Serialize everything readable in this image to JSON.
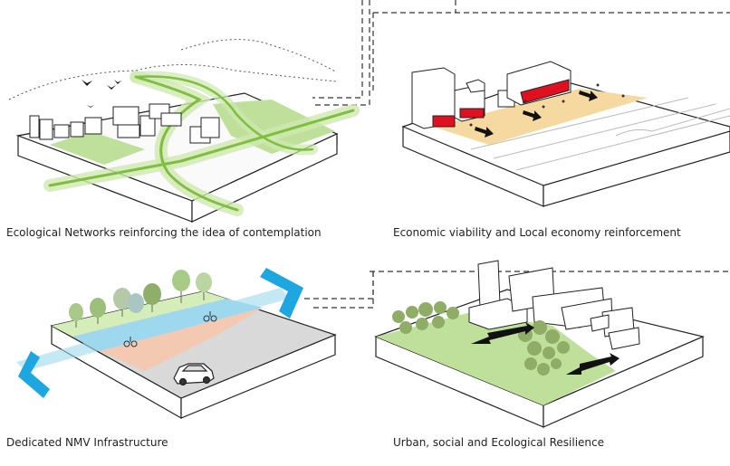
{
  "panels": [
    {
      "id": "ecological",
      "caption": "Ecological Networks reinforcing the idea of contemplation"
    },
    {
      "id": "economic",
      "caption": "Economic viability and Local economy reinforcement"
    },
    {
      "id": "nmv",
      "caption": "Dedicated NMV Infrastructure"
    },
    {
      "id": "resilience",
      "caption": "Urban, social and Ecological Resilience"
    }
  ],
  "colors": {
    "green_light": "#bfe09a",
    "green_network": "#7fbf3f",
    "ochre": "#f5d9a0",
    "red_band": "#e01020",
    "river_blue": "#9fd8ee",
    "arrow_blue": "#1da6e0",
    "pink_path": "#f3c9b2",
    "road_grey": "#d9d9d9"
  }
}
